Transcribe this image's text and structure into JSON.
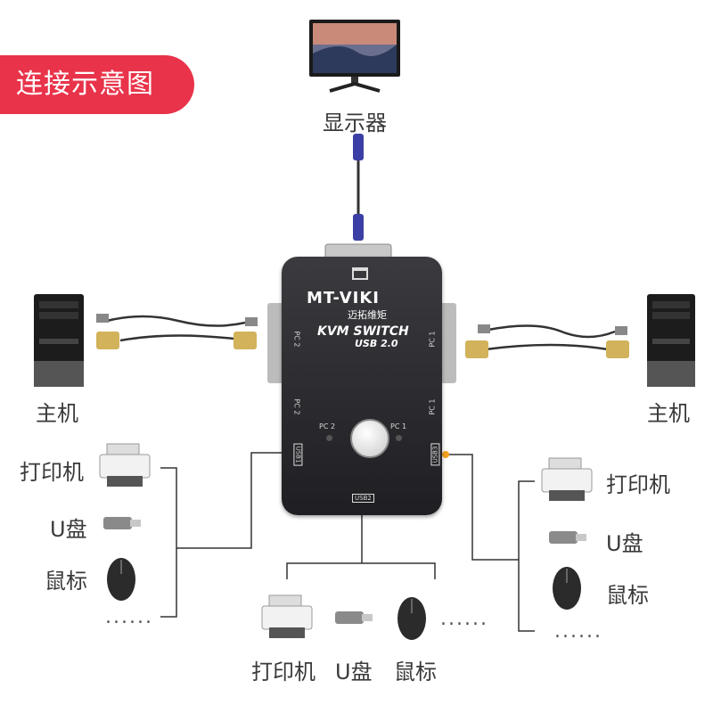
{
  "badge": {
    "title": "连接示意图"
  },
  "monitor": {
    "label": "显示器"
  },
  "host_left": {
    "label": "主机"
  },
  "host_right": {
    "label": "主机"
  },
  "device": {
    "brand": "MT-VIKI",
    "brand_cn": "迈拓维矩",
    "model": "KVM SWITCH",
    "usb": "USB 2.0",
    "port_pc2_top": "PC 2",
    "port_pc1_top": "PC 1",
    "port_pc2_bottom": "PC 2",
    "port_pc1_bottom": "PC 1",
    "led_pc2": "PC 2",
    "led_pc1": "PC 1",
    "usb1_tag": "USB1",
    "usb2_tag": "USB2",
    "usb3_tag": "USB3"
  },
  "peripherals_left": {
    "printer": "打印机",
    "udisk": "U盘",
    "mouse": "鼠标",
    "more": "......"
  },
  "peripherals_right": {
    "printer": "打印机",
    "udisk": "U盘",
    "mouse": "鼠标",
    "more": "......"
  },
  "peripherals_bottom": {
    "printer": "打印机",
    "udisk": "U盘",
    "mouse": "鼠标",
    "more": "......"
  }
}
